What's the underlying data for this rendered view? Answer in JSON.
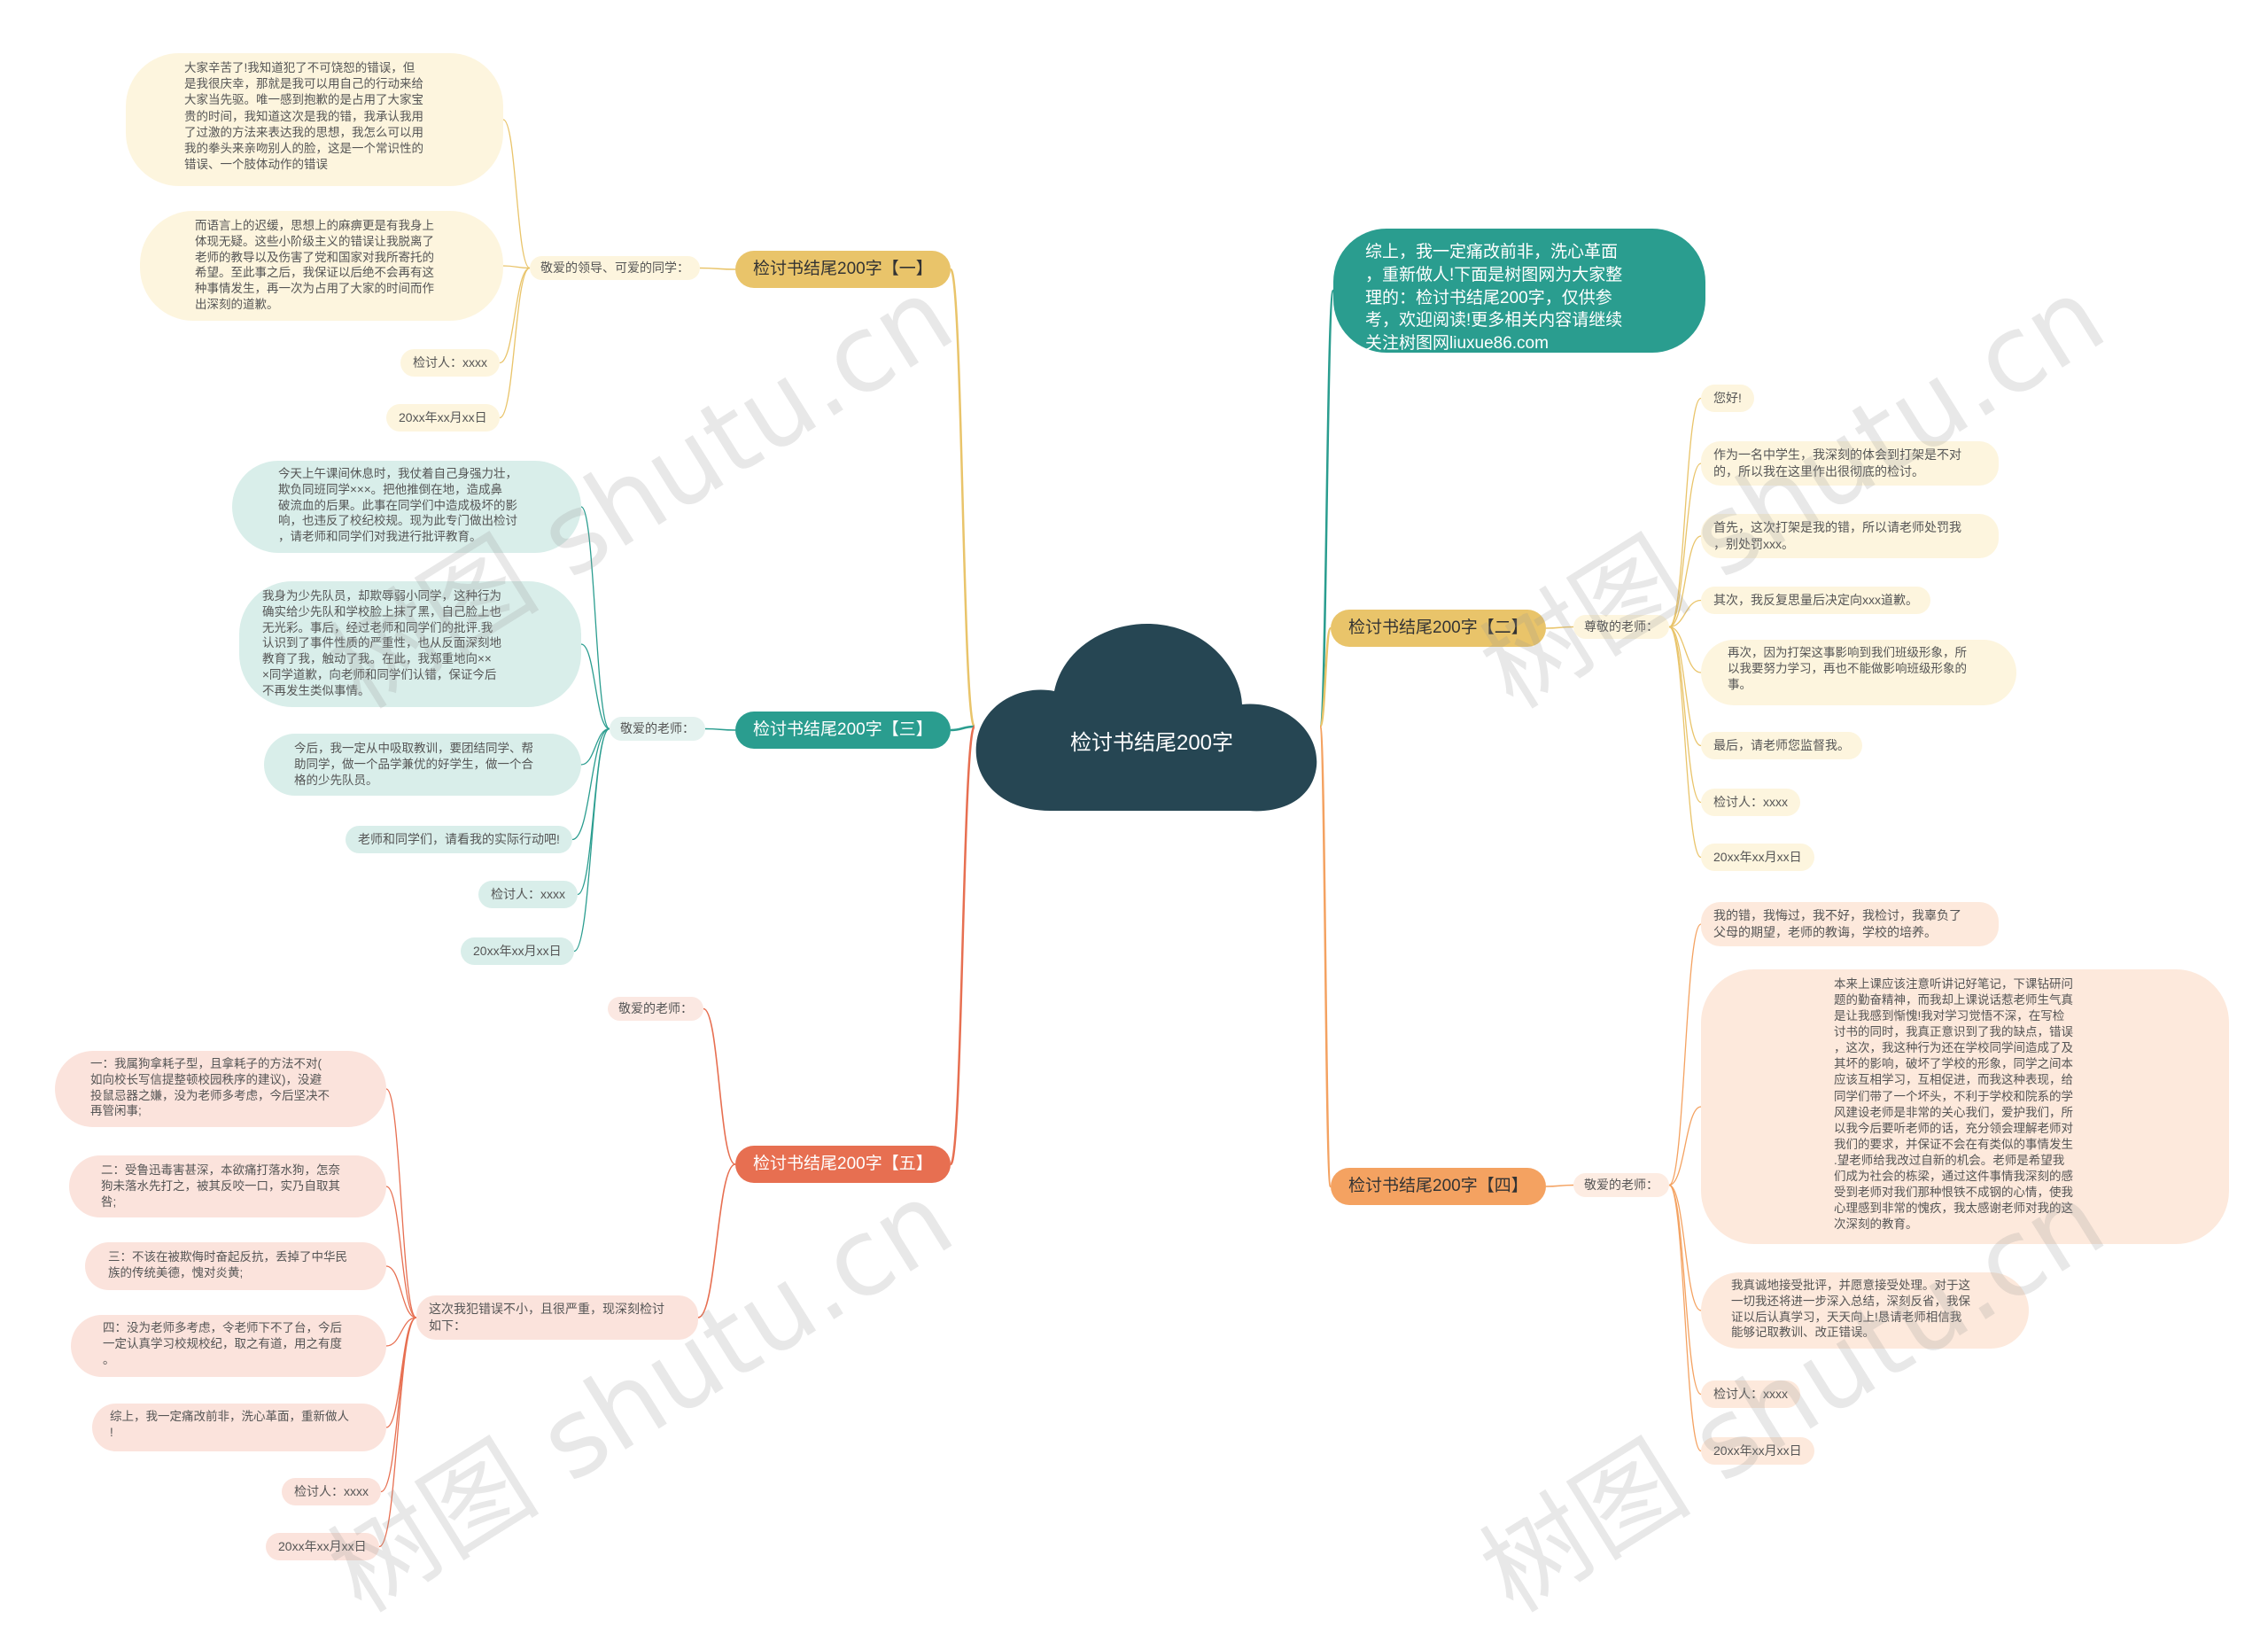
{
  "center": {
    "title": "检讨书结尾200字",
    "color": "#264653"
  },
  "intro": {
    "text": "综上，我一定痛改前非，洗心革面\n，重新做人!下面是树图网为大家整\n理的：检讨书结尾200字，仅供参\n考，欢迎阅读!更多相关内容请继续\n关注树图网liuxue86.com",
    "color": "#2a9d8f"
  },
  "branches": {
    "b1": {
      "title": "检讨书结尾200字【一】",
      "color": "#e9c46a",
      "label": "敬爱的领导、可爱的同学：",
      "items": [
        "大家辛苦了!我知道犯了不可饶恕的错误，但\n是我很庆幸，那就是我可以用自己的行动来给\n大家当先驱。唯一感到抱歉的是占用了大家宝\n贵的时间，我知道这次是我的错，我承认我用\n了过激的方法来表达我的思想，我怎么可以用\n我的拳头来亲吻别人的脸，这是一个常识性的\n错误、一个肢体动作的错误",
        "而语言上的迟缓，思想上的麻痹更是有我身上\n体现无疑。这些小阶级主义的错误让我脱离了\n老师的教导以及伤害了党和国家对我所寄托的\n希望。至此事之后，我保证以后绝不会再有这\n种事情发生，再一次为占用了大家的时间而作\n出深刻的道歉。",
        "检讨人：xxxx",
        "20xx年xx月xx日"
      ]
    },
    "b3": {
      "title": "检讨书结尾200字【三】",
      "color": "#2a9d8f",
      "label": "敬爱的老师：",
      "items": [
        "今天上午课间休息时，我仗着自己身强力壮，\n欺负同班同学×××。把他推倒在地，造成鼻\n破流血的后果。此事在同学们中造成极坏的影\n响，也违反了校纪校规。现为此专门做出检讨\n，请老师和同学们对我进行批评教育。",
        "我身为少先队员，却欺辱弱小同学，这种行为\n确实给少先队和学校脸上抹了黑，自己脸上也\n无光彩。事后，经过老师和同学们的批评.我\n认识到了事件性质的严重性，也从反面深刻地\n教育了我，触动了我。在此，我郑重地向××\n×同学道歉，向老师和同学们认错，保证今后\n不再发生类似事情。",
        "今后，我一定从中吸取教训，要团结同学、帮\n助同学，做一个品学兼优的好学生，做一个合\n格的少先队员。",
        "老师和同学们，请看我的实际行动吧!",
        "检讨人：xxxx",
        "20xx年xx月xx日"
      ]
    },
    "b5": {
      "title": "检讨书结尾200字【五】",
      "color": "#e76f51",
      "label": "敬爱的老师：",
      "sublabel": "这次我犯错误不小，且很严重，现深刻检讨\n如下：",
      "items": [
        "一：我属狗拿耗子型，且拿耗子的方法不对(\n如向校长写信提整顿校园秩序的建议)，没避\n投鼠忌器之嫌，没为老师多考虑，今后坚决不\n再管闲事;",
        "二：受鲁迅毒害甚深，本欲痛打落水狗，怎奈\n狗未落水先打之，被其反咬一口，实乃自取其\n咎;",
        "三：不该在被欺侮时奋起反抗，丢掉了中华民\n族的传统美德，愧对炎黄;",
        "四：没为老师多考虑，令老师下不了台，今后\n一定认真学习校规校纪，取之有道，用之有度\n。",
        "综上，我一定痛改前非，洗心革面，重新做人\n!",
        "检讨人：xxxx",
        "20xx年xx月xx日"
      ]
    },
    "b2": {
      "title": "检讨书结尾200字【二】",
      "color": "#e9c46a",
      "label": "尊敬的老师：",
      "items": [
        "您好!",
        "作为一名中学生，我深刻的体会到打架是不对\n的，所以我在这里作出很彻底的检讨。",
        "首先，这次打架是我的错，所以请老师处罚我\n，别处罚xxx。",
        "其次，我反复思量后决定向xxx道歉。",
        "再次，因为打架这事影响到我们班级形象，所\n以我要努力学习，再也不能做影响班级形象的\n事。",
        "最后，请老师您监督我。",
        "检讨人：xxxx",
        "20xx年xx月xx日"
      ]
    },
    "b4": {
      "title": "检讨书结尾200字【四】",
      "color": "#f4a261",
      "label": "敬爱的老师：",
      "items": [
        "我的错，我悔过，我不好，我检讨，我辜负了\n父母的期望，老师的教诲，学校的培养。",
        "本来上课应该注意听讲记好笔记，下课钻研问\n题的勤奋精神，而我却上课说话惹老师生气真\n是让我感到惭愧!我对学习觉悟不深，在写检\n讨书的同时，我真正意识到了我的缺点，错误\n，这次，我这种行为还在学校同学间造成了及\n其坏的影响，破坏了学校的形象，同学之间本\n应该互相学习，互相促进，而我这种表现，给\n同学们带了一个坏头，不利于学校和院系的学\n风建设老师是非常的关心我们，爱护我们，所\n以我今后要听老师的话，充分领会理解老师对\n我们的要求，并保证不会在有类似的事情发生\n.望老师给我改过自新的机会。老师是希望我\n们成为社会的栋梁，通过这件事情我深刻的感\n受到老师对我们那种恨铁不成钢的心情，使我\n心理感到非常的愧疚，我太感谢老师对我的这\n次深刻的教育。",
        "我真诚地接受批评，并愿意接受处理。对于这\n一切我还将进一步深入总结，深刻反省，我保\n证以后认真学习，天天向上!恳请老师相信我\n能够记取教训、改正错误。",
        "检讨人：xxxx",
        "20xx年xx月xx日"
      ]
    }
  },
  "watermark": "树图 shutu.cn"
}
